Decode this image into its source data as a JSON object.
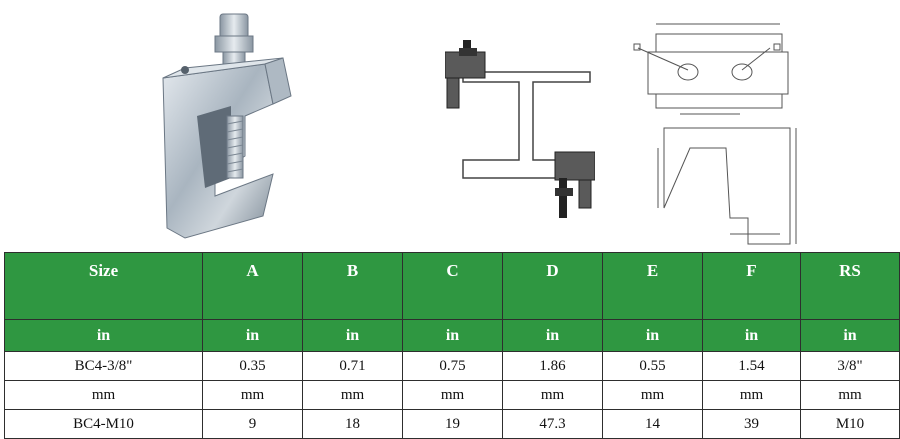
{
  "table": {
    "headers": [
      "Size",
      "A",
      "B",
      "C",
      "D",
      "E",
      "F",
      "RS"
    ],
    "unit_row_in": [
      "in",
      "in",
      "in",
      "in",
      "in",
      "in",
      "in",
      "in"
    ],
    "row_in": [
      "BC4-3/8\"",
      "0.35",
      "0.71",
      "0.75",
      "1.86",
      "0.55",
      "1.54",
      "3/8\""
    ],
    "unit_row_mm": [
      "mm",
      "mm",
      "mm",
      "mm",
      "mm",
      "mm",
      "mm",
      "mm"
    ],
    "row_mm": [
      "BC4-M10",
      "9",
      "18",
      "19",
      "47.3",
      "14",
      "39",
      "M10"
    ]
  },
  "colors": {
    "header_green": "#2f9741",
    "header_text": "#ffffff"
  },
  "images": [
    {
      "name": "beam-clamp-photo"
    },
    {
      "name": "installation-diagram"
    },
    {
      "name": "technical-drawing"
    }
  ]
}
